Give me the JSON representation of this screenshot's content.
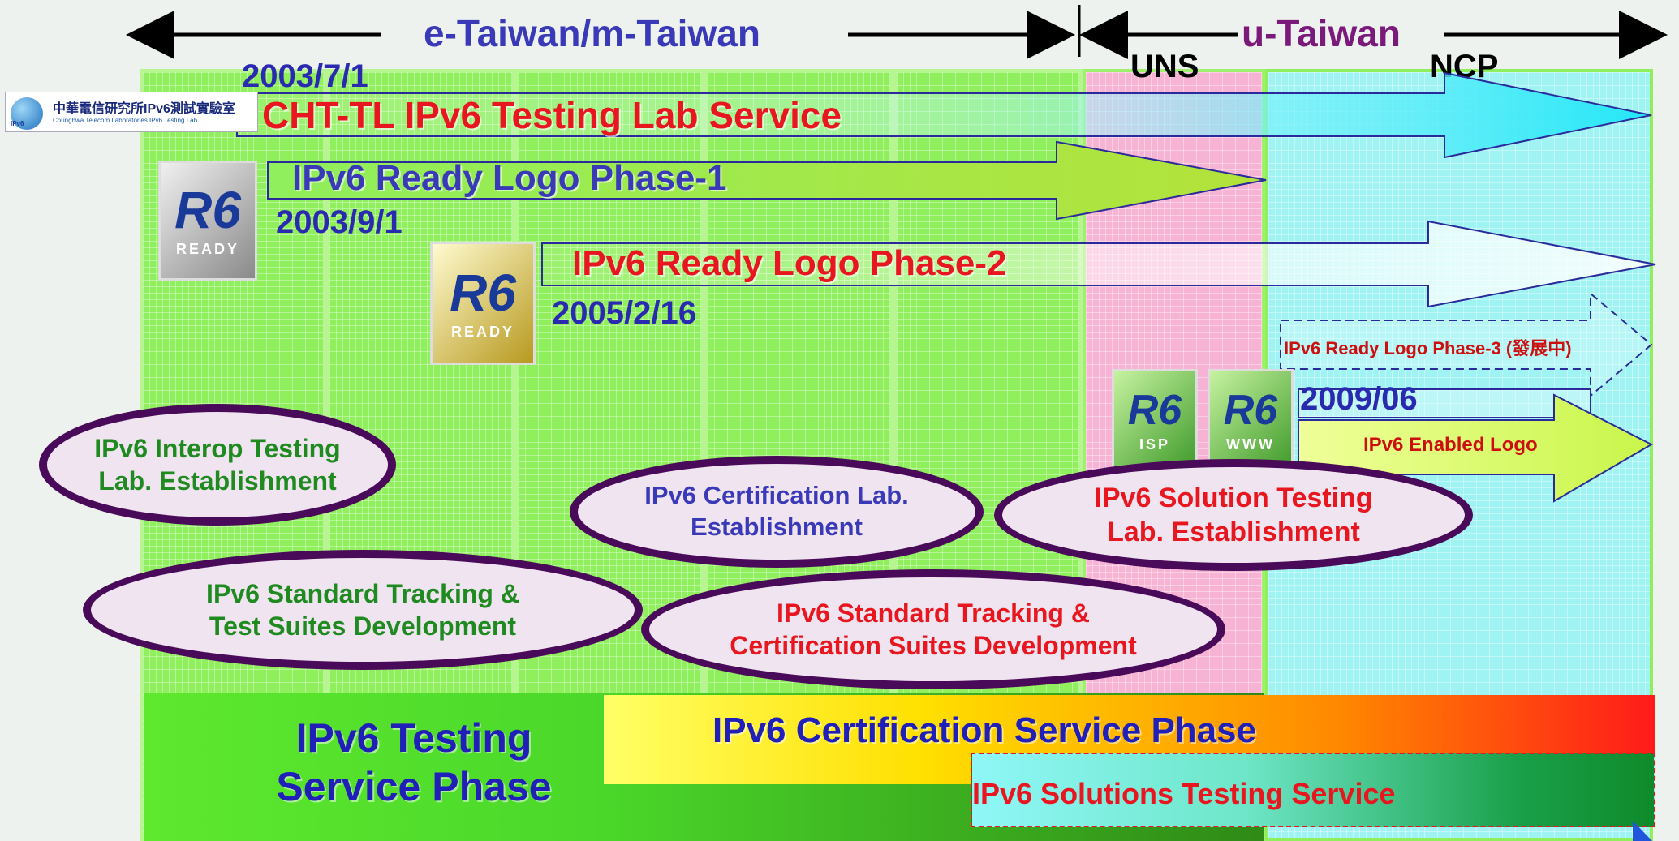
{
  "eras": {
    "left": "e-Taiwan/m-Taiwan",
    "right": "u-Taiwan",
    "uns": "UNS",
    "ncp": "NCP"
  },
  "cht": {
    "logo_cn": "中華電信研究所IPv6測試實驗室",
    "logo_en": "Chunghwa Telecom Laboratories IPv6 Testing Lab",
    "logo_badge": "IPv6",
    "date": "2003/7/1",
    "label": "CHT-TL IPv6 Testing Lab Service"
  },
  "phase1": {
    "label": "IPv6 Ready Logo Phase-1",
    "date": "2003/9/1",
    "logo_text": "READY"
  },
  "phase2": {
    "label": "IPv6 Ready Logo Phase-2",
    "date": "2005/2/16",
    "logo_text": "READY"
  },
  "phase3": {
    "label": "IPv6 Ready Logo Phase-3 (發展中)"
  },
  "enabled": {
    "date": "2009/06",
    "label": "IPv6 Enabled Logo",
    "logo_isp": "ISP",
    "logo_www": "WWW"
  },
  "clouds": {
    "interop_1": "IPv6 Interop Testing",
    "interop_2": "Lab. Establishment",
    "cert_1": "IPv6 Certification Lab.",
    "cert_2": "Establishment",
    "solution_1": "IPv6 Solution Testing",
    "solution_2": "Lab. Establishment",
    "std_test_1": "IPv6 Standard Tracking &",
    "std_test_2": "Test Suites Development",
    "std_cert_1": "IPv6 Standard Tracking &",
    "std_cert_2": "Certification Suites Development"
  },
  "phases": {
    "testing_1": "IPv6 Testing",
    "testing_2": "Service Phase",
    "certification": "IPv6 Certification Service Phase",
    "solutions": "IPv6 Solutions Testing Service"
  },
  "colors": {
    "green_col": "#8fef5c",
    "uns": "#f7b3d4",
    "ncp": "#9ff3f3",
    "title_blue": "#3a3ab8",
    "red": "#e8161e",
    "green_text": "#1f8a1f"
  }
}
